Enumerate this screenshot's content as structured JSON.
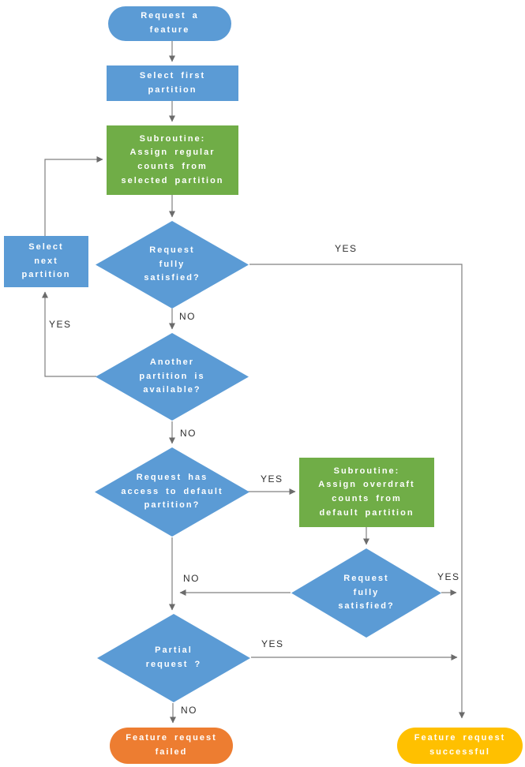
{
  "diagram": {
    "nodes": {
      "start": {
        "label": "Request a\nfeature"
      },
      "select_first": {
        "label": "Select first\npartition"
      },
      "sub_regular": {
        "label": "Subroutine:\nAssign regular\ncounts from\nselected partition"
      },
      "fully_satisfied_1": {
        "label": "Request\nfully\nsatisfied?"
      },
      "select_next": {
        "label": "Select\nnext\npartition"
      },
      "another_partition": {
        "label": "Another\npartition is\navailable?"
      },
      "default_access": {
        "label": "Request has\naccess to default\npartition?"
      },
      "sub_overdraft": {
        "label": "Subroutine:\nAssign overdraft\ncounts from\ndefault partition"
      },
      "fully_satisfied_2": {
        "label": "Request\nfully\nsatisfied?"
      },
      "partial_request": {
        "label": "Partial\nrequest ?"
      },
      "failed": {
        "label": "Feature request\nfailed"
      },
      "successful": {
        "label": "Feature request\nsuccessful"
      }
    },
    "edge_labels": {
      "fully_satisfied_1_yes": "YES",
      "fully_satisfied_1_no": "NO",
      "another_partition_yes": "YES",
      "another_partition_no": "NO",
      "default_access_yes": "YES",
      "default_access_no": "NO",
      "fully_satisfied_2_yes": "YES",
      "partial_request_yes": "YES",
      "partial_request_no": "NO"
    },
    "colors": {
      "process_blue": "#5B9BD5",
      "subroutine_green": "#70AD47",
      "failed_orange": "#ED7D31",
      "success_yellow": "#FFC000",
      "connector_gray": "#808080",
      "arrowhead_gray": "#6b6b6b",
      "label_text": "#303030"
    }
  }
}
